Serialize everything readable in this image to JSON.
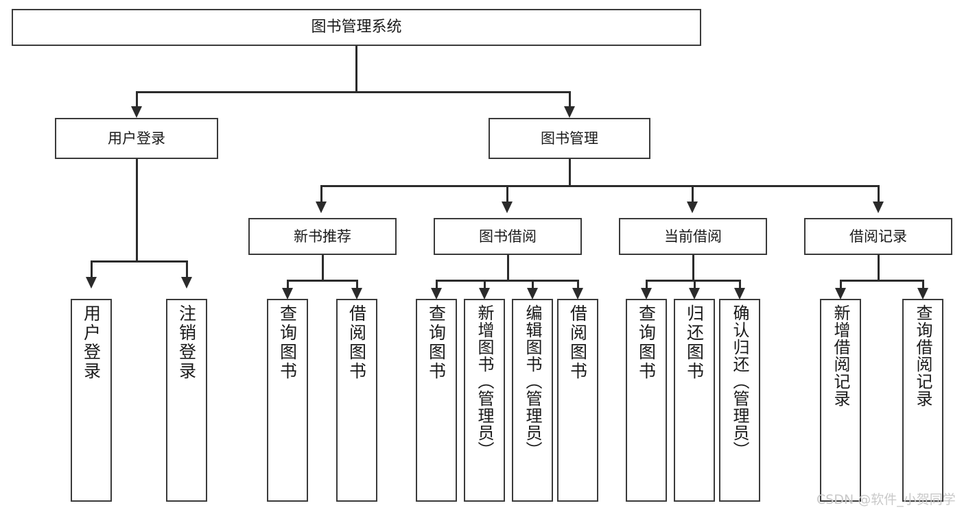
{
  "diagram": {
    "title": "图书管理系统",
    "type": "hierarchy-tree",
    "root": {
      "label": "图书管理系统"
    },
    "level2": [
      {
        "label": "用户登录"
      },
      {
        "label": "图书管理"
      }
    ],
    "level3": [
      {
        "label": "新书推荐"
      },
      {
        "label": "图书借阅"
      },
      {
        "label": "当前借阅"
      },
      {
        "label": "借阅记录"
      }
    ],
    "leaves": {
      "user_login": [
        {
          "label": "用户登录"
        },
        {
          "label": "注销登录"
        }
      ],
      "new_book_recommend": [
        {
          "label": "查询图书"
        },
        {
          "label": "借阅图书"
        }
      ],
      "book_borrow": [
        {
          "label": "查询图书"
        },
        {
          "label": "新增图书（管理员）"
        },
        {
          "label": "编辑图书（管理员）"
        },
        {
          "label": "借阅图书"
        }
      ],
      "current_borrow": [
        {
          "label": "查询图书"
        },
        {
          "label": "归还图书"
        },
        {
          "label": "确认归还（管理员）"
        }
      ],
      "borrow_records": [
        {
          "label": "新增借阅记录"
        },
        {
          "label": "查询借阅记录"
        }
      ]
    }
  },
  "watermark": {
    "text": "CSDN @软件_小贺同学"
  },
  "colors": {
    "border": "#3a3a3a",
    "connector": "#2b2b2b",
    "text": "#1a1a1a",
    "background": "#ffffff",
    "watermark": "#c9c9c9"
  }
}
